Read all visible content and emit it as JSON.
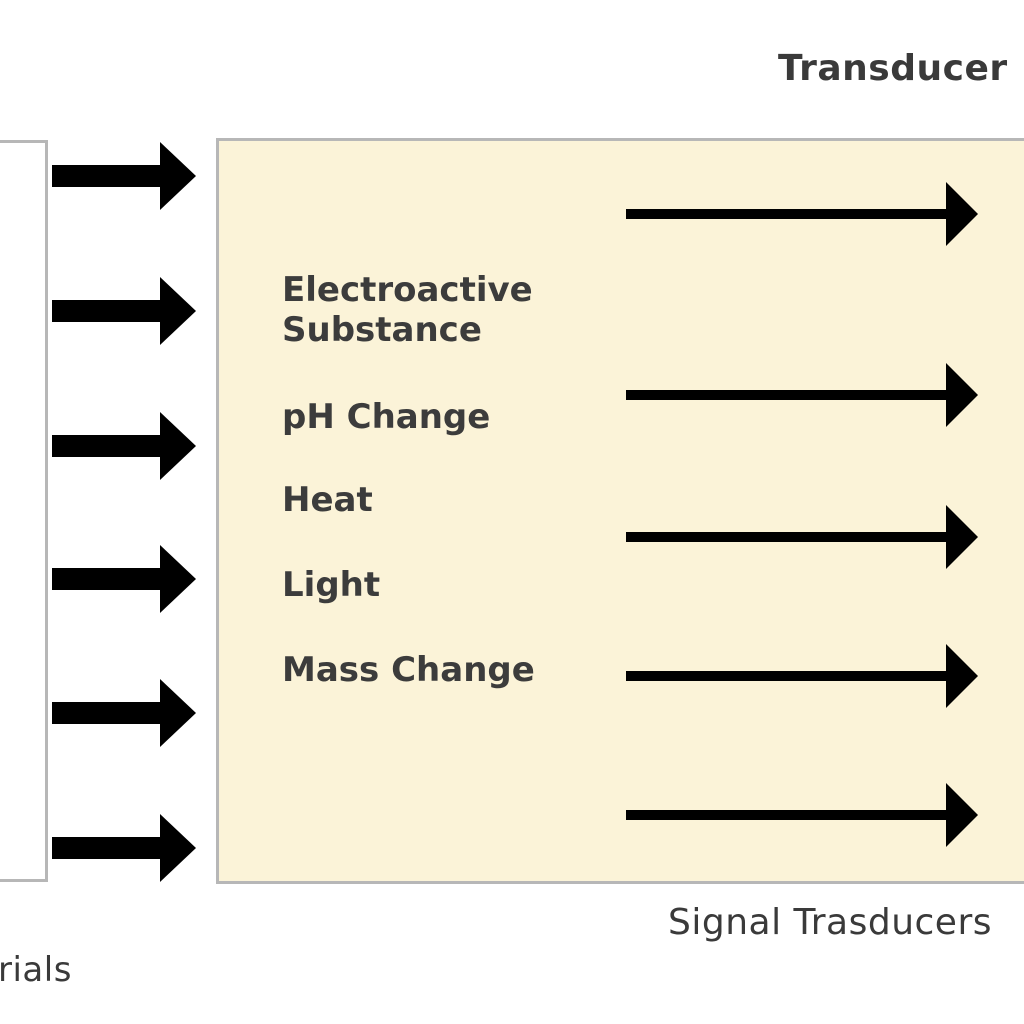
{
  "header": {
    "transducer_label": "Transducer"
  },
  "left_box": {
    "caption": "rials"
  },
  "main_box": {
    "items": [
      {
        "line1": "Electroactive",
        "line2": "Substance"
      },
      {
        "line1": "pH Change"
      },
      {
        "line1": "Heat"
      },
      {
        "line1": "Light"
      },
      {
        "line1": "Mass Change"
      }
    ],
    "caption": "Signal Trasducers"
  },
  "colors": {
    "box_fill": "#fbf3d8",
    "box_border": "#b7b7b7",
    "arrow": "#000000",
    "text": "#3a3a3a"
  }
}
